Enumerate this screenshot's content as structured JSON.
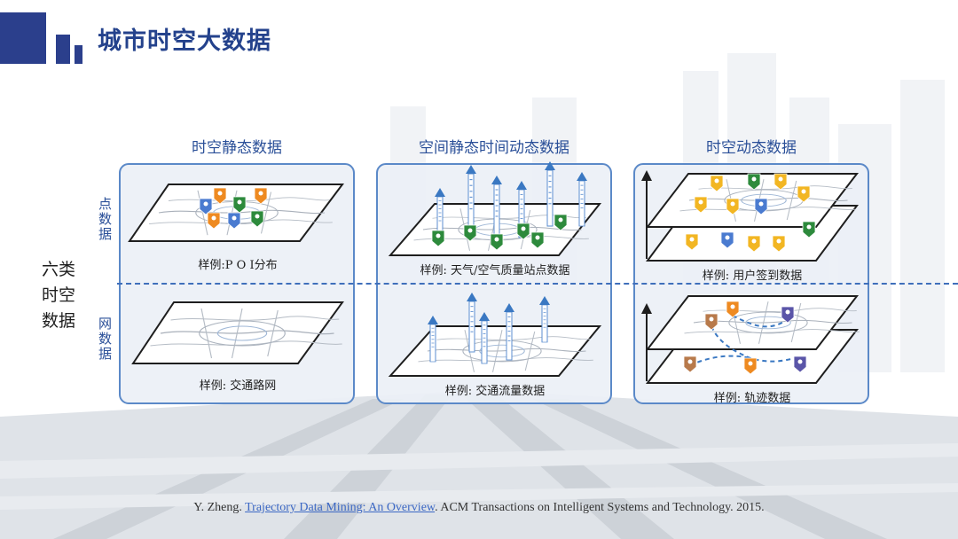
{
  "title": "城市时空大数据",
  "columns": [
    {
      "heading": "时空静态数据",
      "caption_top": "样例:P O I分布",
      "caption_bottom": "样例: 交通路网"
    },
    {
      "heading": "空间静态时间动态数据",
      "caption_top": "样例: 天气/空气质量站点数据",
      "caption_bottom": "样例: 交通流量数据"
    },
    {
      "heading": "时空动态数据",
      "caption_top": "样例: 用户签到数据",
      "caption_bottom": "样例: 轨迹数据"
    }
  ],
  "row_labels": {
    "top": "点数据",
    "bottom": "网数据"
  },
  "left_label": [
    "六类",
    "时空",
    "数据"
  ],
  "citation": {
    "author": "Y. Zheng. ",
    "link_text": "Trajectory Data Mining: An Overview",
    "rest": ". ACM Transactions on Intelligent Systems and Technology. 2015."
  },
  "colors": {
    "title": "#24428c",
    "panel_border": "#5b89c8",
    "accent_blue": "#3a78c2",
    "poi_green": "#2d8a3c",
    "poi_orange": "#ee8a21",
    "poi_yellow": "#f2b623",
    "poi_blue": "#4a7bd0"
  },
  "icons": [
    "poi-marker-icon",
    "station-marker-icon",
    "time-axis-arrow-icon"
  ]
}
